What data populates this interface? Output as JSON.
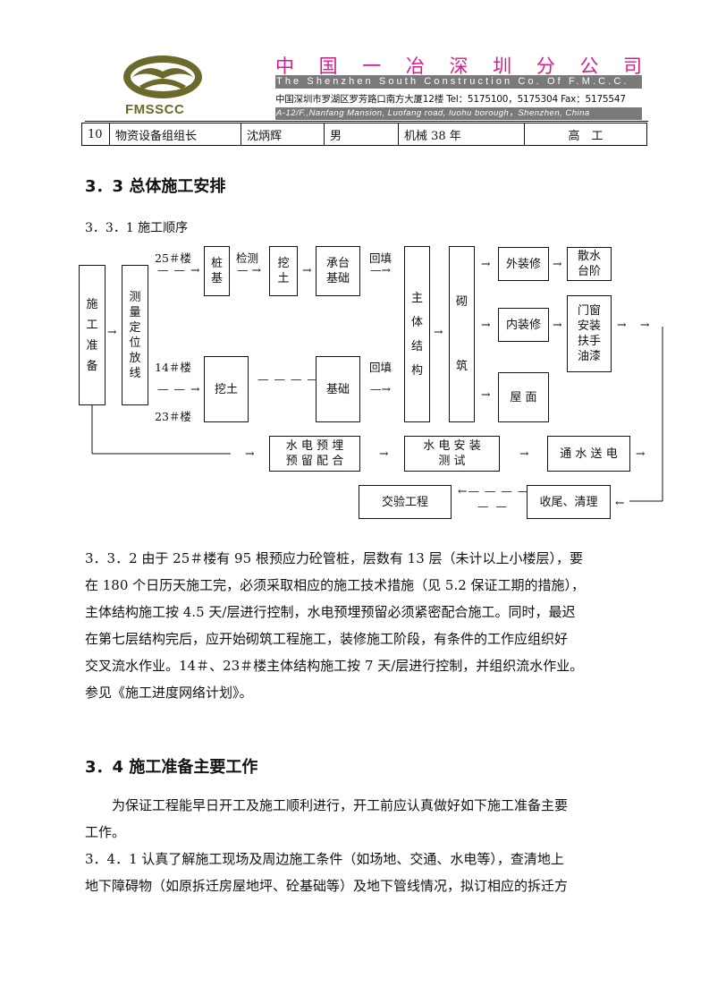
{
  "header": {
    "company_cn": [
      "中",
      "国",
      "一",
      "冶",
      "深",
      "圳",
      "分",
      "公",
      "司"
    ],
    "company_en": "The Shenzhen South Construction Co. Of F.M.C.C.",
    "address_cn": "中国深圳市罗湖区罗芳路口南方大厦12楼 Tel：5175100，5175304 Fax：5175547",
    "address_en": "A-12/F.,Nanfang Mansion, Luofang road, luohu borough，Shenzhen, China",
    "logo_text": "FMSSCC",
    "logo_color": "#6b6a2a",
    "accent_color": "#d81b8c"
  },
  "table_row": {
    "no": "10",
    "role": "物资设备组组长",
    "name": "沈炳辉",
    "gender": "男",
    "experience": "机械 38 年",
    "title": "高　工"
  },
  "section_3_3": {
    "heading": "3．3 总体施工安排",
    "sub_331": "3．3．1 施工顺序"
  },
  "flow": {
    "prep": [
      "施",
      "工",
      "准",
      "备"
    ],
    "survey": [
      "测",
      "量",
      "定",
      "位",
      "放",
      "线"
    ],
    "bldg25": "25＃楼",
    "bldg14": "14＃楼",
    "bldg23": "23＃楼",
    "pile": [
      "桩",
      "基"
    ],
    "inspect": "检测",
    "dig_a": [
      "挖",
      "土"
    ],
    "cap": [
      "承台",
      "基础"
    ],
    "backfill_a": "回填",
    "dig_b": "挖土",
    "foundation": "基础",
    "backfill_b": "回填",
    "main": [
      "主",
      "体",
      "结",
      "构"
    ],
    "masonry": [
      "砌",
      "筑"
    ],
    "ext_finish": "外装修",
    "int_finish": "内装修",
    "roof": "屋 面",
    "apron": [
      "散水",
      "台阶"
    ],
    "doors": [
      "门窗",
      "安装",
      "扶手",
      "油漆"
    ],
    "mep_embed": [
      "水 电 预 埋",
      "预 留 配 合"
    ],
    "mep_install": [
      "水 电 安 装",
      "测 试"
    ],
    "power_water": "通 水 送 电",
    "handover": "交验工程",
    "closeout": "收尾、清理"
  },
  "section_332": {
    "lines": [
      "3．3．2 由于 25＃楼有 95 根预应力砼管桩，层数有 13 层（未计以上小楼层），要",
      "在 180 个日历天施工完，必须采取相应的施工技术措施（见 5.2 保证工期的措施），",
      "主体结构施工按 4.5 天/层进行控制，水电预埋预留必须紧密配合施工。同时，最迟",
      "在第七层结构完后，应开始砌筑工程施工，装修施工阶段，有条件的工作应组织好",
      "交叉流水作业。14＃、23＃楼主体结构施工按 7 天/层进行控制，并组织流水作业。",
      "参见《施工进度网络计划》。"
    ]
  },
  "section_3_4": {
    "heading": "3．4 施工准备主要工作",
    "intro_lines": [
      "为保证工程能早日开工及施工顺利进行，开工前应认真做好如下施工准备主要",
      "工作。"
    ],
    "item_341_lines": [
      "3．4．1 认真了解施工现场及周边施工条件（如场地、交通、水电等），查清地上",
      "地下障碍物（如原拆迁房屋地坪、砼基础等）及地下管线情况，拟订相应的拆迁方"
    ]
  }
}
